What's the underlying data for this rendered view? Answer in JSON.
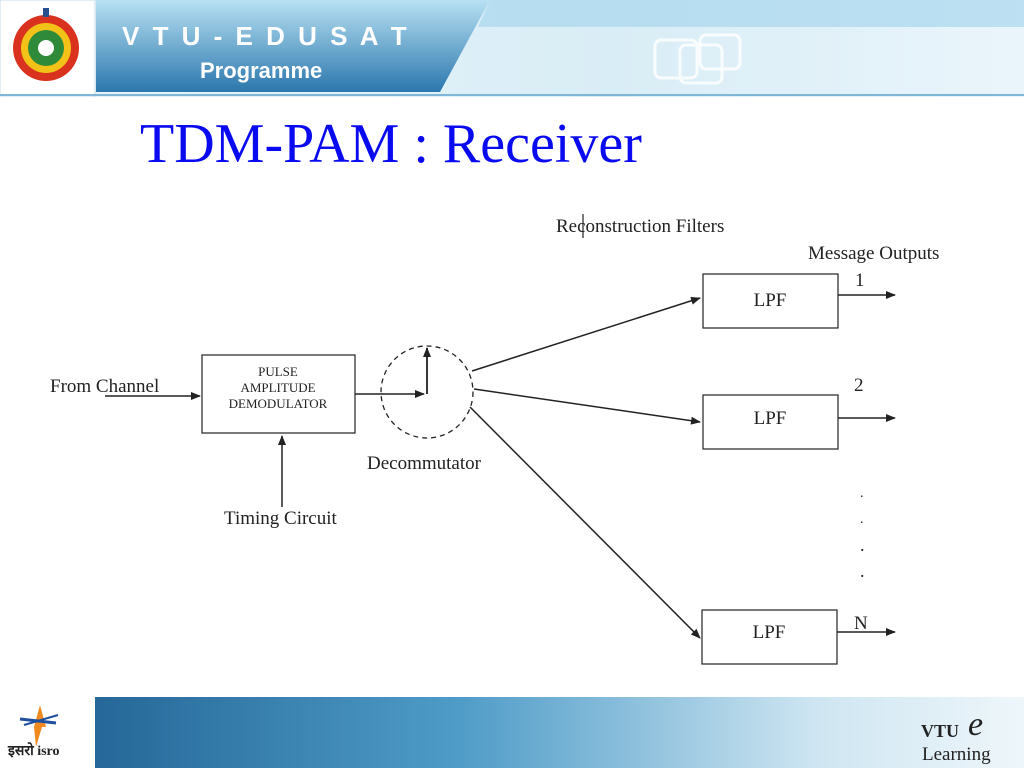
{
  "header": {
    "program_name": "V T U - E D U S A T",
    "program_sub": "Programme",
    "logo_icon": "vtu-emblem-icon",
    "decor_icon": "overlapping-squares-icon"
  },
  "slide": {
    "title": "TDM-PAM : Receiver"
  },
  "diagram": {
    "input_label": "From Channel",
    "demod_lines": [
      "PULSE",
      "AMPLITUDE",
      "DEMODULATOR"
    ],
    "timing_label": "Timing Circuit",
    "decommutator_label": "Decommutator",
    "reconstruction_label": "Reconstruction Filters",
    "outputs_label": "Message Outputs",
    "filters": [
      {
        "label": "LPF",
        "output": "1"
      },
      {
        "label": "LPF",
        "output": "2"
      },
      {
        "label": "LPF",
        "output": "N"
      }
    ],
    "ellipsis_dots": [
      ".",
      ".",
      ".",
      "."
    ]
  },
  "footer": {
    "left_logo_text": "इसरो isro",
    "right_logo_top": "VTU",
    "right_logo_bottom": "Learning",
    "left_logo_icon": "isro-rocket-icon",
    "right_logo_icon": "vtu-e-learning-icon"
  },
  "colors": {
    "title": "#0a0af0",
    "header_dark": "#1f5f8f",
    "header_light": "#bfe3f2",
    "footer_dark": "#1a5a8c",
    "footer_light": "#dcecf4"
  }
}
